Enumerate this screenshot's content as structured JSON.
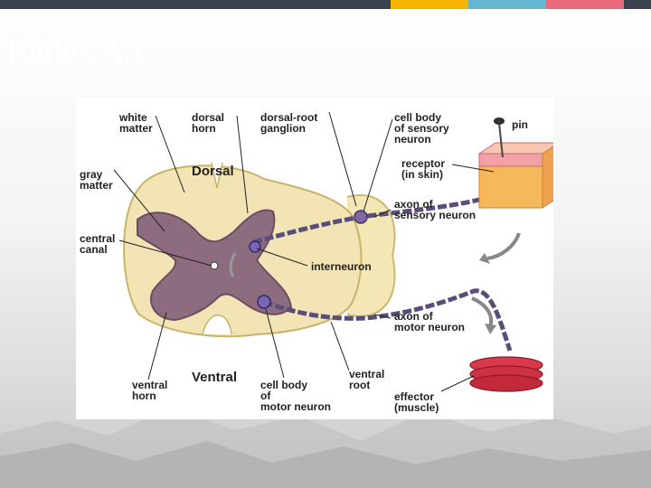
{
  "slide": {
    "title": "Reflex Arc"
  },
  "colors": {
    "topbar": [
      "#3d4250",
      "#f5b400",
      "#63b7d1",
      "#e86a7c",
      "#3d4250"
    ]
  },
  "diagram": {
    "labels": {
      "white_matter": "white\nmatter",
      "dorsal_horn": "dorsal\nhorn",
      "dorsal_root_ganglion": "dorsal-root\nganglion",
      "cell_body_sensory": "cell body\nof sensory\nneuron",
      "pin": "pin",
      "gray_matter": "gray\nmatter",
      "dorsal": "Dorsal",
      "receptor": "receptor\n(in skin)",
      "axon_sensory": "axon of\nsensory neuron",
      "central_canal": "central\ncanal",
      "interneuron": "interneuron",
      "axon_motor": "axon of\nmotor neuron",
      "ventral_horn": "ventral\nhorn",
      "ventral": "Ventral",
      "cell_body_motor": "cell body\nof\nmotor neuron",
      "ventral_root": "ventral\nroot",
      "effector": "effector\n(muscle)"
    }
  }
}
